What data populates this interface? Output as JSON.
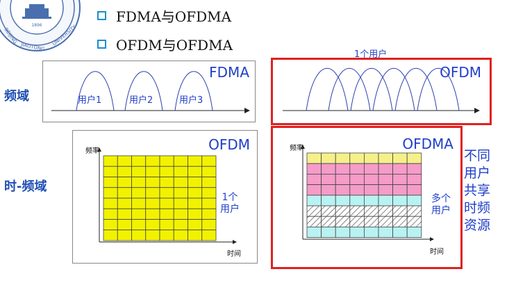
{
  "logo": {
    "text_left": "BEIJING",
    "text_bottom": "JIAOTONG",
    "text_right": "UNIVERSITY",
    "year": "1896",
    "color": "#4a6fae"
  },
  "bullets": [
    "FDMA与OFDMA",
    "OFDM与OFDMA"
  ],
  "rows": {
    "freq_domain": "频域",
    "time_freq_domain": "时-频域"
  },
  "fdma_panel": {
    "title": "FDMA",
    "users": [
      "用户1",
      "用户2",
      "用户3"
    ]
  },
  "ofdm_top_panel": {
    "title": "OFDM",
    "caption": "1个用户"
  },
  "ofdm_grid_panel": {
    "title": "OFDM",
    "ylabel": "频率",
    "xlabel": "时间",
    "side_label_line1": "1个",
    "side_label_line2": "用户",
    "rows": 8,
    "cols": 8,
    "fill_color": "#f2f200"
  },
  "ofdma_grid_panel": {
    "title": "OFDMA",
    "ylabel": "频率",
    "xlabel": "时间",
    "side_label_line1": "多个",
    "side_label_line2": "用户",
    "rows": [
      {
        "color": "#f5f08a",
        "pattern": "solid"
      },
      {
        "color": "#f59cc8",
        "pattern": "solid"
      },
      {
        "color": "#f59cc8",
        "pattern": "solid"
      },
      {
        "color": "#f59cc8",
        "pattern": "solid"
      },
      {
        "color": "#b9f2f2",
        "pattern": "solid"
      },
      {
        "color": "#ffffff",
        "pattern": "hatch"
      },
      {
        "color": "#ffffff",
        "pattern": "hatch"
      },
      {
        "color": "#b9f2f2",
        "pattern": "solid"
      }
    ],
    "cols": 8
  },
  "note": {
    "lines": [
      "不同",
      "用户",
      "共享",
      "时频",
      "资源"
    ]
  },
  "colors": {
    "curve": "#2c3fb0",
    "accent_red": "#e02020",
    "label_blue": "#1f3fc8"
  }
}
